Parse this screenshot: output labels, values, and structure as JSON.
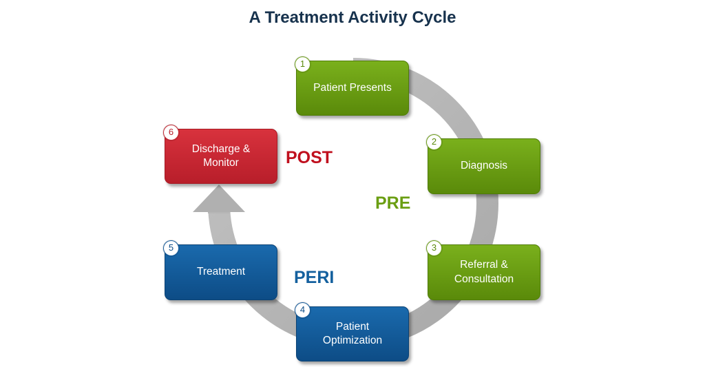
{
  "title": "A Treatment Activity Cycle",
  "steps": [
    {
      "number": "1",
      "label": "Patient Presents",
      "color": "#6a9e12"
    },
    {
      "number": "2",
      "label": "Diagnosis",
      "color": "#6a9e12"
    },
    {
      "number": "3",
      "label": "Referral &\nConsultation",
      "color": "#6a9e12"
    },
    {
      "number": "4",
      "label": "Patient\nOptimization",
      "color": "#125b9c"
    },
    {
      "number": "5",
      "label": "Treatment",
      "color": "#125b9c"
    },
    {
      "number": "6",
      "label": "Discharge &\nMonitor",
      "color": "#c8242f"
    }
  ],
  "phases": {
    "pre": {
      "label": "PRE",
      "color": "#6a9e12"
    },
    "post": {
      "label": "POST",
      "color": "#c0101e"
    },
    "peri": {
      "label": "PERI",
      "color": "#14609e"
    }
  }
}
